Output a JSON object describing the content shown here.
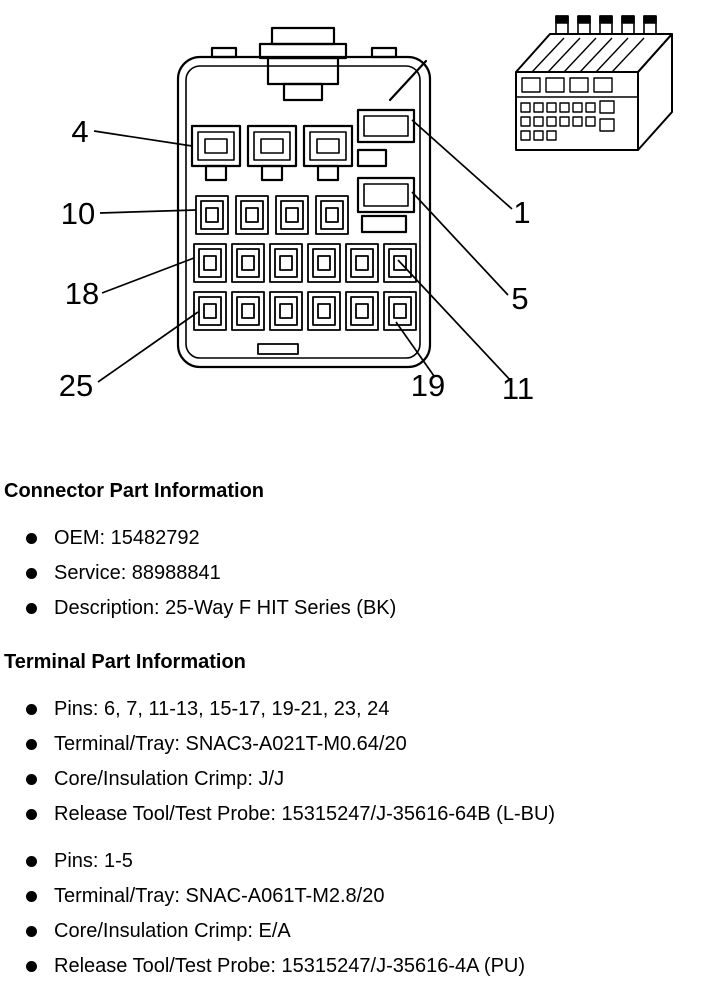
{
  "page": {
    "background_color": "#ffffff",
    "ink_color": "#000000"
  },
  "diagram": {
    "callouts": {
      "pin4": "4",
      "pin10": "10",
      "pin18": "18",
      "pin25": "25",
      "pin1": "1",
      "pin5": "5",
      "pin11": "11",
      "pin19": "19"
    }
  },
  "connector_section": {
    "title": "Connector Part Information",
    "items": [
      "OEM: 15482792",
      "Service: 88988841",
      "Description: 25-Way F HIT Series (BK)"
    ]
  },
  "terminal_section": {
    "title": "Terminal Part Information",
    "groups": [
      {
        "items": [
          "Pins: 6, 7, 11-13, 15-17, 19-21, 23, 24",
          "Terminal/Tray: SNAC3-A021T-M0.64/20",
          "Core/Insulation Crimp: J/J",
          "Release Tool/Test Probe: 15315247/J-35616-64B (L-BU)"
        ]
      },
      {
        "items": [
          "Pins: 1-5",
          "Terminal/Tray: SNAC-A061T-M2.8/20",
          "Core/Insulation Crimp: E/A",
          "Release Tool/Test Probe: 15315247/J-35616-4A (PU)"
        ]
      }
    ]
  }
}
